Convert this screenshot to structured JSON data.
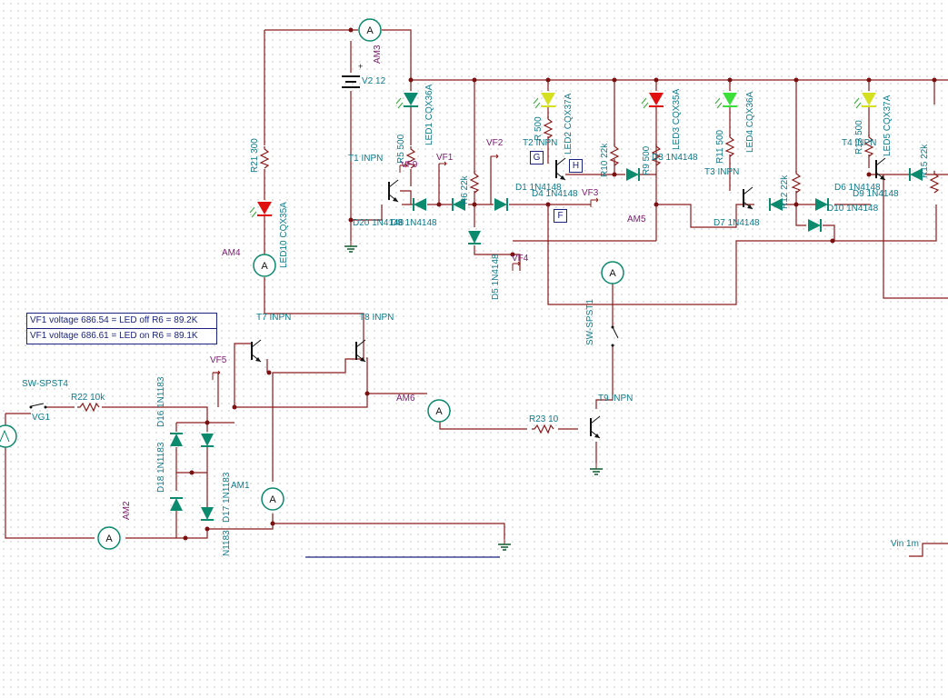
{
  "measurement_notes": [
    "VF1 voltage 686.54 = LED off  R6 = 89.2K",
    "VF1 voltage 686.61 = LED on  R6 = 89.1K"
  ],
  "node_tags": {
    "g": "G",
    "h": "H",
    "f": "F"
  },
  "meter_symbol": "A",
  "labels": {
    "am3": "AM3",
    "v2": "V2 12",
    "r21": "R21 300",
    "led10": "LED10 CQX35A",
    "am4": "AM4",
    "led1": "LED1 CQX36A",
    "r5": "R5 500",
    "t1": "T1 INPN",
    "vf9": "VF9",
    "vf1": "VF1",
    "vf2": "VF2",
    "r6": "R6 22k",
    "d20": "D20 1N4148",
    "d8": "D8 1N4148",
    "d5": "D5 1N4148",
    "vf4": "VF4",
    "led2": "LED2 CQX37A",
    "r_500b": "R 500",
    "t2": "T2 INPN",
    "d1": "D1 1N4148",
    "d4": "D4 1N4148",
    "vf3": "VF3",
    "r10": "R10 22k",
    "led3": "LED3 CQX35A",
    "r9": "R9 500",
    "d3": "D3 1N4148",
    "am5": "AM5",
    "r11": "R11 500",
    "led4": "LED4 CQX36A",
    "t3": "T3 INPN",
    "r12": "R12 22k",
    "d7": "D7 1N4148",
    "d10": "D10 1N4148",
    "r13": "R13 500",
    "led5": "LED5 CQX37A",
    "t4": "T4 INPN",
    "r15": "R15 22k",
    "d6": "D6 1N4148",
    "d9": "D9 1N4148",
    "sw_spst1": "SW-SPST1",
    "t7": "T7 INPN",
    "t8": "T8 INPN",
    "vf5": "VF5",
    "sw_spst4": "SW-SPST4",
    "r22": "R22 10k",
    "vg1": "VG1",
    "d16": "D16 1N1183",
    "d18": "D18 1N1183",
    "d17": "D17 1N1183",
    "am1": "AM1",
    "n1183": "N1183",
    "am2": "AM2",
    "am6": "AM6",
    "r23": "R23 10",
    "t9": "T9 INPN",
    "vin": "Vin 1m"
  },
  "colors": {
    "wire": "#8b1a1a",
    "label": "#0d7a8a",
    "probe_label": "#7a1a6e",
    "diode": "#0b8a6e",
    "led_red": "#e01010",
    "led_green": "#3adf3a",
    "led_yellow": "#d4e020",
    "note_border": "#1a237e"
  }
}
